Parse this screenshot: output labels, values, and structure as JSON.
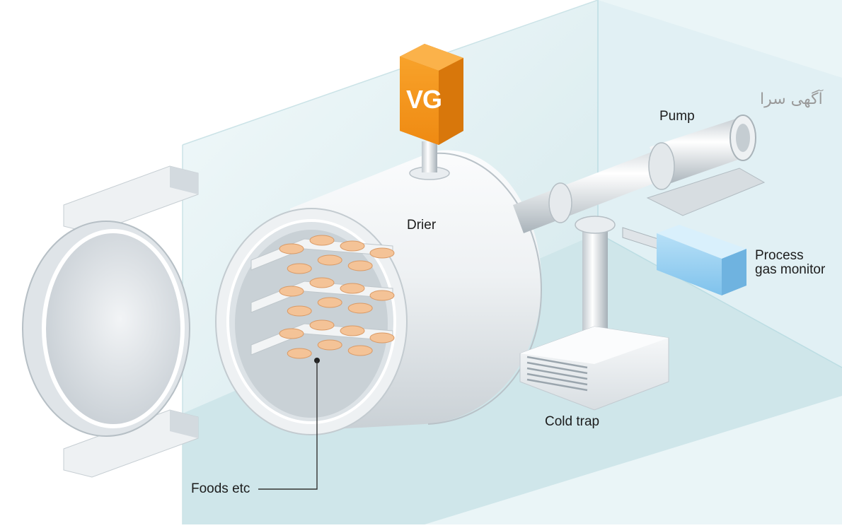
{
  "labels": {
    "drier": "Drier",
    "pump": "Pump",
    "process_gas_monitor": "Process\ngas monitor",
    "cold_trap": "Cold trap",
    "foods": "Foods etc"
  },
  "gauge": {
    "badge": "VG",
    "color": "#f39a1e"
  },
  "watermark": "آگهی سرا",
  "colors": {
    "room": "#d4eaee",
    "metal": "#e4e8eb",
    "food": "#f4c397",
    "monitor": "#8ccaf0"
  }
}
